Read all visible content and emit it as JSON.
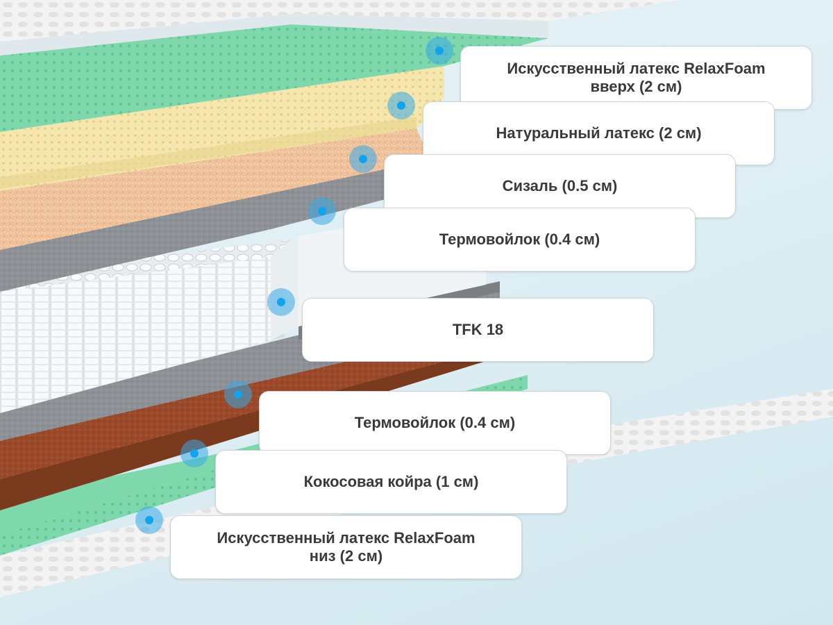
{
  "layers": [
    {
      "id": "top-latex",
      "lines": [
        "Искусственный латекс RelaxFoam",
        "вверх (2 см)"
      ]
    },
    {
      "id": "natural-latex",
      "lines": [
        "Натуральный латекс (2 см)"
      ]
    },
    {
      "id": "sisal",
      "lines": [
        "Сизаль (0.5 см)"
      ]
    },
    {
      "id": "felt-top",
      "lines": [
        "Термовойлок (0.4 см)"
      ]
    },
    {
      "id": "springs",
      "lines": [
        "TFK 18"
      ]
    },
    {
      "id": "felt-bottom",
      "lines": [
        "Термовойлок (0.4 см)"
      ]
    },
    {
      "id": "coir",
      "lines": [
        "Кокосовая койра (1 см)"
      ]
    },
    {
      "id": "bottom-latex",
      "lines": [
        "Искусственный латекс RelaxFoam",
        "низ (2 см)"
      ]
    }
  ],
  "colors": {
    "latex_green": "#7fd8ac",
    "natural_latex": "#f5e6ad",
    "sisal": "#efc29b",
    "felt": "#8d9095",
    "coir": "#9a4a2a",
    "springs": "#f4f6f8",
    "cover": "#f1f1f1",
    "marker": "#13a3ec"
  }
}
